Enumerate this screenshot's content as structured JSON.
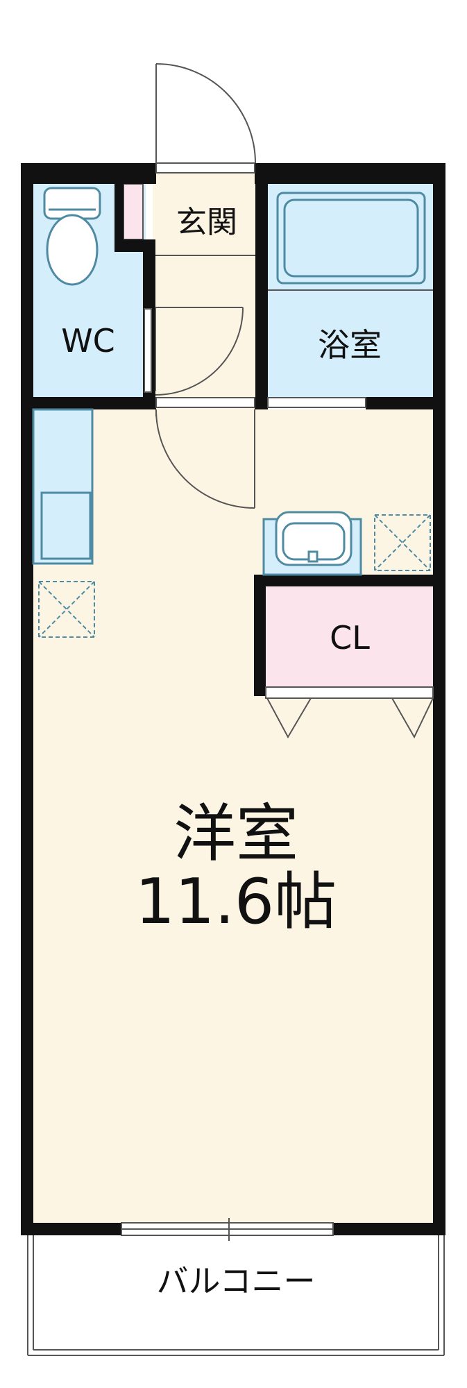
{
  "rooms": {
    "entrance": "玄関",
    "wc": "WC",
    "bath": "浴室",
    "closet": "CL",
    "main_name": "洋室",
    "main_size": "11.6帖",
    "balcony": "バルコニー"
  },
  "colors": {
    "wall": "#111111",
    "western_room": "#fdf5e4",
    "wet_area": "#d4eefb",
    "closet": "#fce4ec",
    "fixture_stroke": "#4f8aa3",
    "line": "#555555"
  }
}
